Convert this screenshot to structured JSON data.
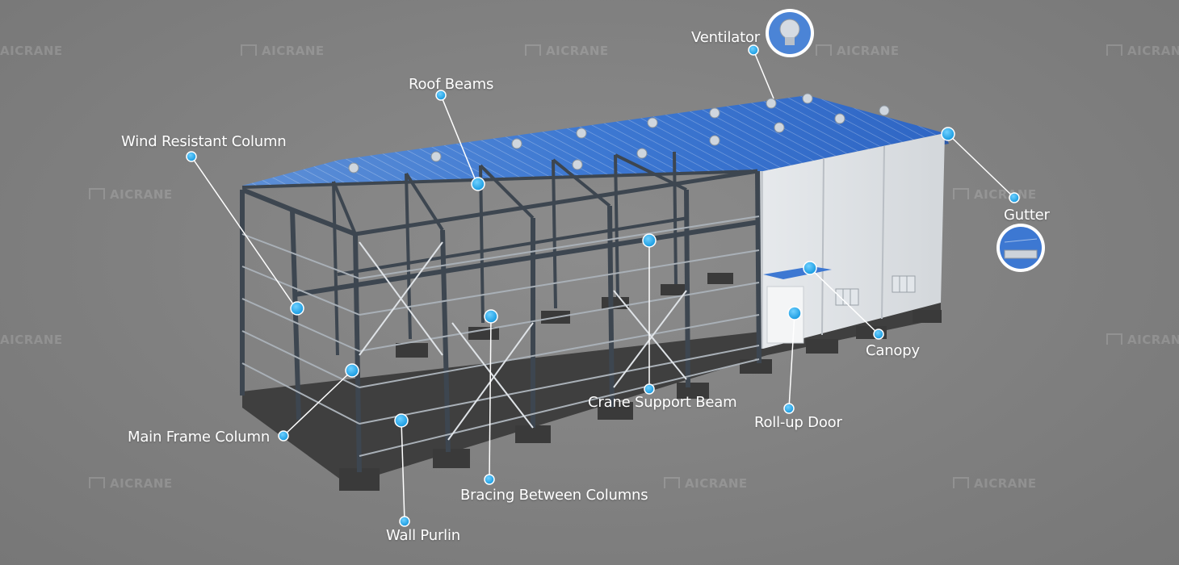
{
  "watermark": "AICRANE",
  "labels": {
    "ventilator": "Ventilator",
    "roof_beams": "Roof Beams",
    "wind_resistant_column": "Wind Resistant Column",
    "gutter": "Gutter",
    "main_frame_column": "Main Frame Column",
    "crane_support_beam": "Crane Support Beam",
    "canopy": "Canopy",
    "roll_up_door": "Roll-up Door",
    "bracing_between_columns": "Bracing Between Columns",
    "wall_purlin": "Wall Purlin"
  },
  "colors": {
    "background": "#828282",
    "marker": "#1aa7e8",
    "roof": "#3f7fd4",
    "steel": "#3d4650",
    "wall_panel": "#e9ecef",
    "foundation": "#4a4a4a"
  },
  "icons": [
    "ventilator-icon",
    "gutter-icon"
  ]
}
